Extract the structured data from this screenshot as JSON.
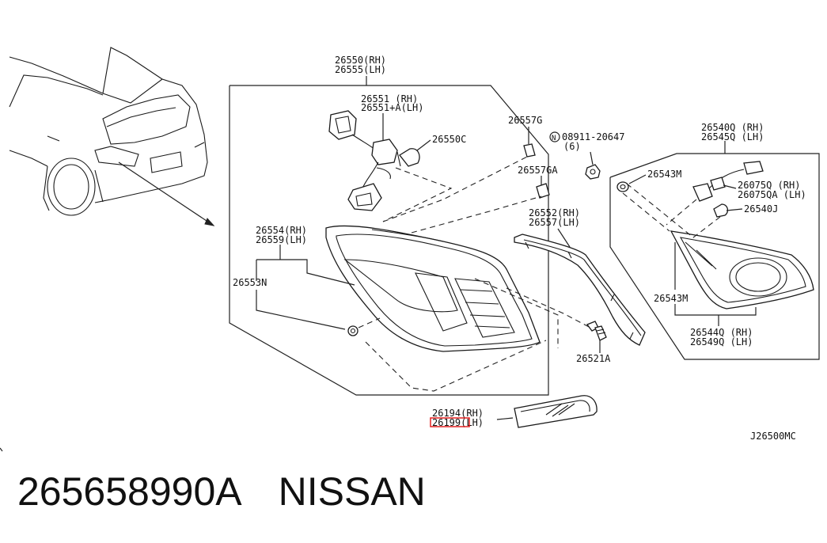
{
  "callouts": {
    "c26550": [
      "26550(RH)",
      "26555(LH)"
    ],
    "c26551": [
      "26551  (RH)",
      "26551+A(LH)"
    ],
    "c26550C": "26550C",
    "c26557G": "26557G",
    "c26557GA": "26557GA",
    "c08911_symbol": "N",
    "c08911": [
      "08911-20647",
      "(6)"
    ],
    "c26552": [
      "26552(RH)",
      "26557(LH)"
    ],
    "c26554": [
      "26554(RH)",
      "26559(LH)"
    ],
    "c26553N": "26553N",
    "c26521A": "26521A",
    "c26540Q": [
      "26540Q (RH)",
      "26545Q (LH)"
    ],
    "c26543M_top": "26543M",
    "c26075Q": [
      "26075Q  (RH)",
      "26075QA (LH)"
    ],
    "c26540J": "26540J",
    "c26543M_bottom": "26543M",
    "c26544Q": [
      "26544Q (RH)",
      "26549Q (LH)"
    ],
    "c26194": [
      "26194(RH)",
      "26199(LH)"
    ]
  },
  "diagram_code": "J26500MC",
  "caption": {
    "part_number": "265658990A",
    "brand": "NISSAN"
  },
  "colors": {
    "highlight": "#e01010",
    "line": "#222222"
  }
}
